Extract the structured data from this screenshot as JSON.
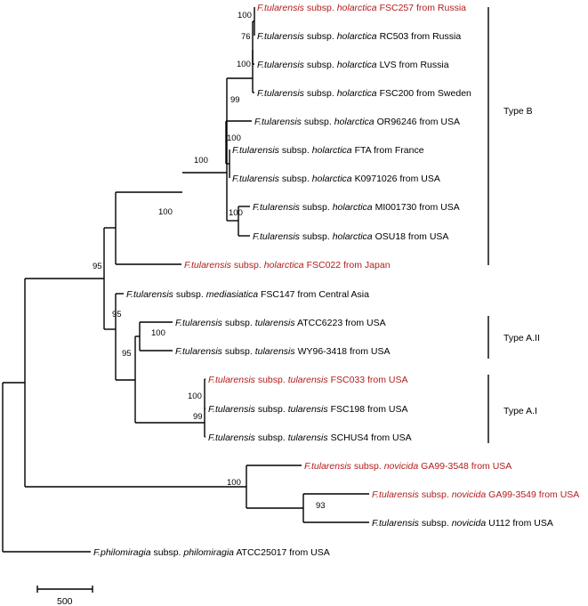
{
  "colors": {
    "highlight": "#b31b1b",
    "default": "#000000"
  },
  "leaves": [
    {
      "id": "fsc257",
      "genus": "F.tularensis",
      "subsp_word": "subsp.",
      "subsp": "holarctica",
      "strain": "FSC257 from Russia",
      "red": true
    },
    {
      "id": "rc503",
      "genus": "F.tularensis",
      "subsp_word": "subsp.",
      "subsp": "holarctica",
      "strain": "RC503 from Russia",
      "red": false
    },
    {
      "id": "lvs",
      "genus": "F.tularensis",
      "subsp_word": "subsp.",
      "subsp": "holarctica",
      "strain": "LVS from Russia",
      "red": false
    },
    {
      "id": "fsc200",
      "genus": "F.tularensis",
      "subsp_word": "subsp.",
      "subsp": "holarctica",
      "strain": "FSC200 from Sweden",
      "red": false
    },
    {
      "id": "or96246",
      "genus": "F.tularensis",
      "subsp_word": "subsp.",
      "subsp": "holarctica",
      "strain": "OR96246 from USA",
      "red": false
    },
    {
      "id": "fta",
      "genus": "F.tularensis",
      "subsp_word": "subsp.",
      "subsp": "holarctica",
      "strain": "FTA from France",
      "red": false
    },
    {
      "id": "k0971026",
      "genus": "F.tularensis",
      "subsp_word": "subsp.",
      "subsp": "holarctica",
      "strain": "K0971026 from USA",
      "red": false
    },
    {
      "id": "mi001730",
      "genus": "F.tularensis",
      "subsp_word": "subsp.",
      "subsp": "holarctica",
      "strain": "MI001730 from USA",
      "red": false
    },
    {
      "id": "osu18",
      "genus": "F.tularensis",
      "subsp_word": "subsp.",
      "subsp": "holarctica",
      "strain": "OSU18 from USA",
      "red": false
    },
    {
      "id": "fsc022",
      "genus": "F.tularensis",
      "subsp_word": "subsp.",
      "subsp": "holarctica",
      "strain": "FSC022 from Japan",
      "red": true
    },
    {
      "id": "fsc147",
      "genus": "F.tularensis",
      "subsp_word": "subsp.",
      "subsp": "mediasiatica",
      "strain": "FSC147 from Central Asia",
      "red": false
    },
    {
      "id": "atcc6223",
      "genus": "F.tularensis",
      "subsp_word": "subsp.",
      "subsp": "tularensis",
      "strain": "ATCC6223 from USA",
      "red": false
    },
    {
      "id": "wy96",
      "genus": "F.tularensis",
      "subsp_word": "subsp.",
      "subsp": "tularensis",
      "strain": "WY96-3418 from USA",
      "red": false
    },
    {
      "id": "fsc033",
      "genus": "F.tularensis",
      "subsp_word": "subsp.",
      "subsp": "tularensis",
      "strain": "FSC033 from USA",
      "red": true
    },
    {
      "id": "fsc198",
      "genus": "F.tularensis",
      "subsp_word": "subsp.",
      "subsp": "tularensis",
      "strain": "FSC198 from USA",
      "red": false
    },
    {
      "id": "schus4",
      "genus": "F.tularensis",
      "subsp_word": "subsp.",
      "subsp": "tularensis",
      "strain": "SCHUS4 from USA",
      "red": false
    },
    {
      "id": "ga3548",
      "genus": "F.tularensis",
      "subsp_word": "subsp.",
      "subsp": "novicida",
      "strain": "GA99-3548 from USA",
      "red": true
    },
    {
      "id": "ga3549",
      "genus": "F.tularensis",
      "subsp_word": "subsp.",
      "subsp": "novicida",
      "strain": "GA99-3549 from USA",
      "red": true
    },
    {
      "id": "u112",
      "genus": "F.tularensis",
      "subsp_word": "subsp.",
      "subsp": "novicida",
      "strain": "U112 from USA",
      "red": false
    },
    {
      "id": "philo",
      "genus": "F.philomiragia",
      "subsp_word": "subsp.",
      "subsp": "philomiragia",
      "strain": "ATCC25017 from USA",
      "red": false
    }
  ],
  "bootstrap": [
    {
      "id": "b1",
      "value": "100"
    },
    {
      "id": "b2",
      "value": "76"
    },
    {
      "id": "b3",
      "value": "100"
    },
    {
      "id": "b4",
      "value": "99"
    },
    {
      "id": "b5",
      "value": "100"
    },
    {
      "id": "b6",
      "value": "100"
    },
    {
      "id": "b7",
      "value": "100"
    },
    {
      "id": "b8",
      "value": "100"
    },
    {
      "id": "b9",
      "value": "95"
    },
    {
      "id": "b10",
      "value": "100"
    },
    {
      "id": "b11",
      "value": "95"
    },
    {
      "id": "b12",
      "value": "95"
    },
    {
      "id": "b13",
      "value": "100"
    },
    {
      "id": "b14",
      "value": "99"
    },
    {
      "id": "b15",
      "value": "100"
    },
    {
      "id": "b16",
      "value": "93"
    }
  ],
  "groups": [
    {
      "id": "typeB",
      "label": "Type B"
    },
    {
      "id": "typeA2",
      "label": "Type A.II"
    },
    {
      "id": "typeA1",
      "label": "Type A.I"
    }
  ],
  "scale_bar": {
    "value": 500,
    "label": "500"
  }
}
